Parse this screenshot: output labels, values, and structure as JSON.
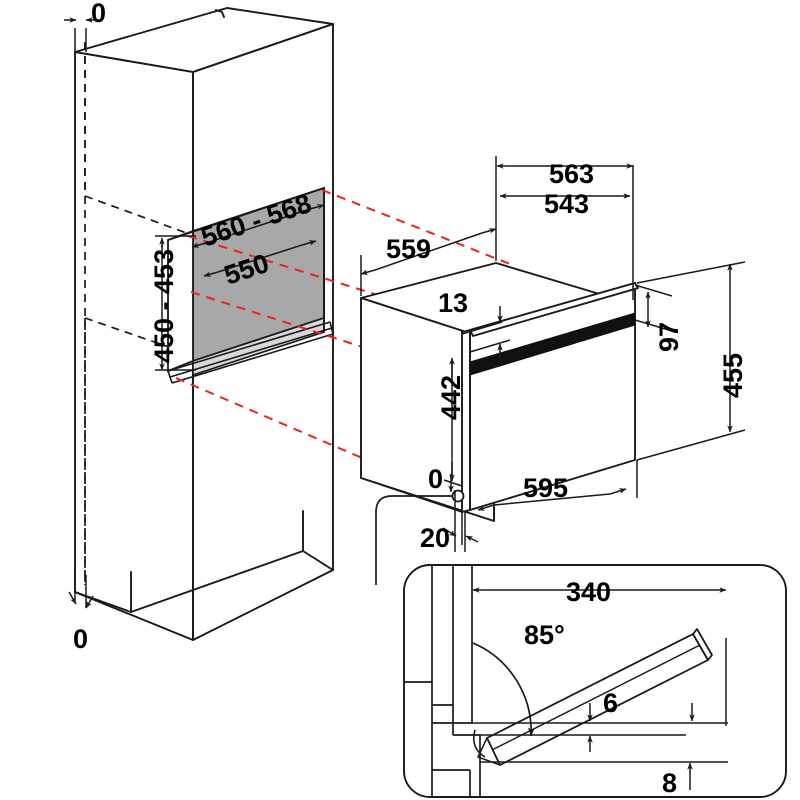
{
  "drawing": {
    "title": "Built-in oven installation dimension drawing",
    "units": "mm",
    "line_color": "#1a1a1a",
    "projection_color": "#ee2222",
    "niche_back_fill": "#a8a8a8",
    "niche_floor_fill": "#d8d8d8",
    "door_seal_fill": "#111111",
    "background": "#ffffff"
  },
  "cabinet": {
    "name": "Tall kitchen housing unit",
    "dimensions": {
      "top_clearance": "0",
      "bottom_clearance": "0",
      "niche_height": "450 - 453",
      "niche_width_upper": "560 - 568",
      "niche_width_lower": "550"
    }
  },
  "appliance": {
    "name": "Built-in compact oven",
    "dimensions": {
      "depth_to_front": "559",
      "body_width_outer": "563",
      "body_width_inner": "543",
      "trim_top_offset": "13",
      "body_height": "442",
      "control_panel_height": "97",
      "front_height_total": "455",
      "front_width": "595",
      "zero_datum": "0",
      "plug_offset": "20"
    }
  },
  "door_detail": {
    "name": "Door open clearance detail",
    "dimensions": {
      "door_reach": "340",
      "open_angle": "85°",
      "gap_upper": "6",
      "gap_lower": "8"
    }
  },
  "labels": {
    "zero_top": "0",
    "zero_bottom": "0",
    "niche_height": "450 - 453",
    "niche_width_upper": "560 - 568",
    "niche_width_lower": "550",
    "depth": "559",
    "width_563": "563",
    "width_543": "543",
    "top_13": "13",
    "height_442": "442",
    "panel_97": "97",
    "height_455": "455",
    "zero_oven": "0",
    "offset_20": "20",
    "front_595": "595",
    "detail_340": "340",
    "detail_85": "85°",
    "detail_6": "6",
    "detail_8": "8"
  }
}
